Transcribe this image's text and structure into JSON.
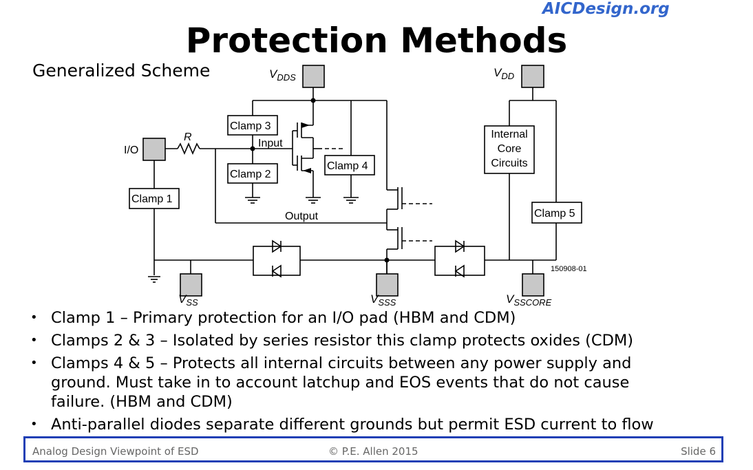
{
  "brand": "AICDesign.org",
  "title": "Protection Methods",
  "subtitle": "Generalized Scheme",
  "diagram": {
    "vdds_main": "V",
    "vdds_sub": "DDS",
    "vdd_main": "V",
    "vdd_sub": "DD",
    "vss_main": "V",
    "vss_sub": "SS",
    "vsss_main": "V",
    "vsss_sub": "SSS",
    "vsscore_main": "V",
    "vsscore_sub": "SSCORE",
    "io": "I/O",
    "resistor": "R",
    "clamp1": "Clamp 1",
    "clamp2": "Clamp 2",
    "clamp3": "Clamp 3",
    "clamp4": "Clamp 4",
    "clamp5": "Clamp 5",
    "input": "Input",
    "output": "Output",
    "core1": "Internal",
    "core2": "Core",
    "core3": "Circuits",
    "figure_id": "150908-01"
  },
  "bullets": [
    "Clamp 1 – Primary protection for an I/O pad (HBM and CDM)",
    "Clamps 2 & 3 – Isolated by series resistor this clamp protects oxides (CDM)",
    "Clamps 4 & 5 – Protects all internal circuits between any power supply and",
    "ground.  Must take in to account latchup and EOS events that do not cause",
    "failure. (HBM and CDM)",
    "Anti-parallel diodes separate different grounds but permit ESD current to flow"
  ],
  "bullet_char": "•",
  "footer": {
    "left": "Analog Design Viewpoint of ESD",
    "center": "© P.E. Allen 2015",
    "right": "Slide 6"
  },
  "colors": {
    "brand": "#3366cc",
    "footer_border": "#1f3fb5",
    "pad": "#c8c8c8"
  }
}
